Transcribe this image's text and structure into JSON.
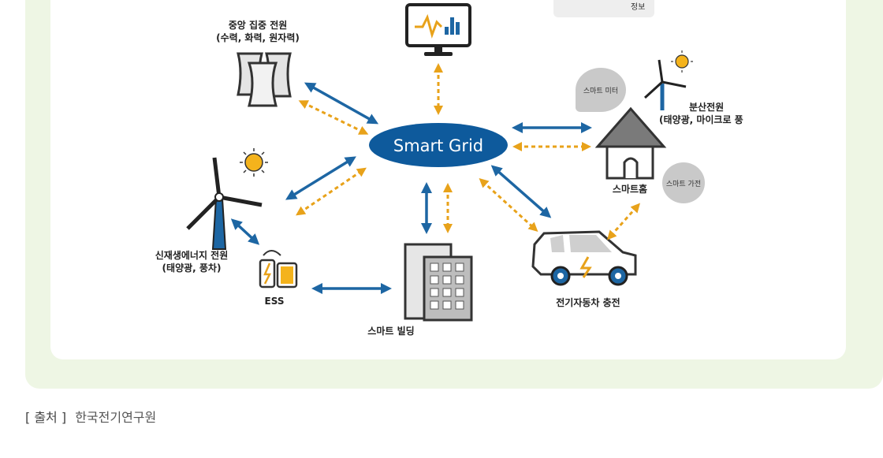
{
  "legend": {
    "info_label": "정보"
  },
  "center": {
    "label": "Smart Grid"
  },
  "nodes": {
    "central_power": {
      "line1": "중앙 집중 전원",
      "line2": "(수력, 화력, 원자력)"
    },
    "renewable": {
      "line1": "신재생에너지 전원",
      "line2": "(태양광, 풍차)"
    },
    "ess": {
      "label": "ESS"
    },
    "smart_building": {
      "label": "스마트 빌딩"
    },
    "ev_charging": {
      "label": "전기자동차 충전"
    },
    "smart_home": {
      "label": "스마트홈"
    },
    "distributed": {
      "line1": "분산전원",
      "line2": "(태양광, 마이크로 풍"
    },
    "smart_meter": {
      "label": "스마트 미터"
    },
    "smart_appliance": {
      "label": "스마트 가전"
    }
  },
  "colors": {
    "blue_arrow": "#1d66a3",
    "orange_arrow": "#e8a21a",
    "center_fill": "#0e5a9c"
  },
  "source": {
    "prefix": "[ 출처 ]",
    "text": "한국전기연구원"
  }
}
